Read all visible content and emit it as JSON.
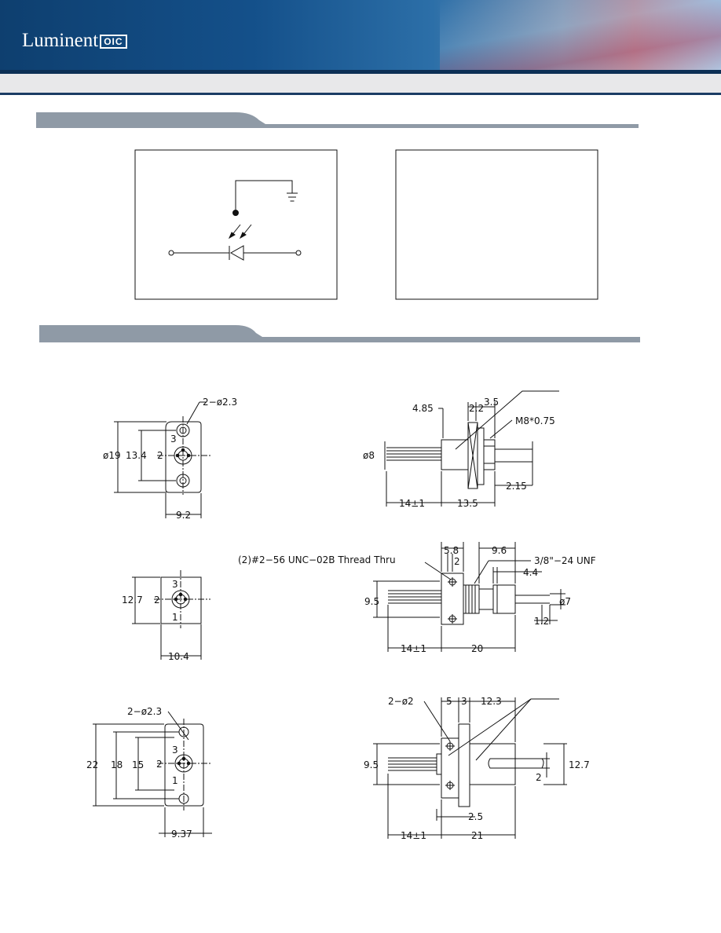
{
  "header": {
    "logo_text": "Luminent",
    "logo_box": "OIC"
  },
  "drawings": {
    "d1": {
      "hole": "2−ø2.3",
      "pin3": "3",
      "pin2": "2",
      "dia": "ø19",
      "pitch": "13.4",
      "width": "9.2"
    },
    "d2": {
      "a": "4.85",
      "b": "2.2",
      "c": "3.5",
      "thread": "M8*0.75",
      "dia": "ø8",
      "len1": "14±1",
      "len2": "13.5",
      "offset": "2.15"
    },
    "d3": {
      "height": "12.7",
      "pin3": "3",
      "pin2": "2",
      "pin1": "1",
      "width": "10.4"
    },
    "d4": {
      "thru": "(2)#2−56 UNC−02B Thread Thru",
      "a": "5.8",
      "b": "2",
      "c": "9.6",
      "thread": "3/8\"−24 UNF",
      "d": "4.4",
      "height": "9.5",
      "dia": "ø7",
      "e": "1.2",
      "len1": "14±1",
      "len2": "20"
    },
    "d5": {
      "hole": "2−ø2.3",
      "h1": "22",
      "h2": "18",
      "h3": "15",
      "pin3": "3",
      "pin2": "2",
      "pin1": "1",
      "width": "9.37"
    },
    "d6": {
      "hole": "2−ø2",
      "a": "5",
      "b": "3",
      "c": "12.3",
      "height": "9.5",
      "h2": "12.7",
      "d": "2",
      "e": "2.5",
      "len1": "14±1",
      "len2": "21"
    }
  }
}
